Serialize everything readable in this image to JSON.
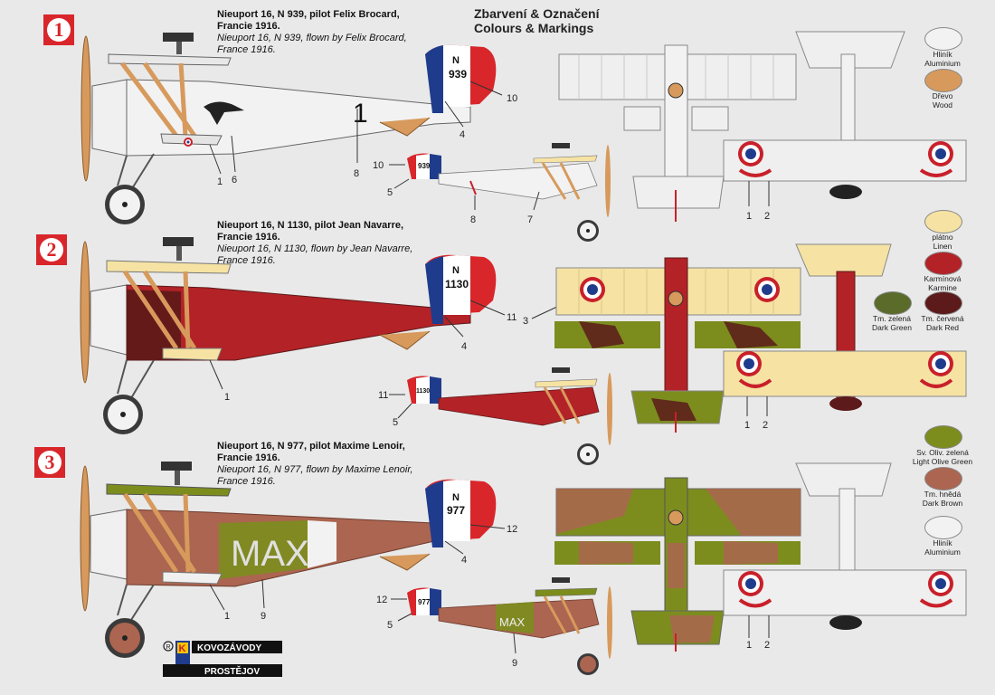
{
  "header": {
    "title_cz": "Zbarvení & Označení",
    "title_en": "Colours & Markings"
  },
  "profiles": [
    {
      "badge": "1",
      "title_line1": "Nieuport 16, N 939, pilot Felix Brocard,",
      "title_line2": "Francie 1916.",
      "sub_line1": "Nieuport 16, N 939, flown by Felix Brocard,",
      "sub_line2": "France 1916.",
      "serial": "939",
      "serial_prefix": "N"
    },
    {
      "badge": "2",
      "title_line1": "Nieuport 16, N 1130, pilot Jean Navarre,",
      "title_line2": "Francie 1916.",
      "sub_line1": "Nieuport 16, N 1130, flown by Jean Navarre,",
      "sub_line2": "France 1916.",
      "serial": "1130",
      "serial_prefix": "N"
    },
    {
      "badge": "3",
      "title_line1": "Nieuport 16, N 977, pilot Maxime Lenoir,",
      "title_line2": "Francie 1916.",
      "sub_line1": "Nieuport 16, N 977, flown by Maxime Lenoir,",
      "sub_line2": "France 1916.",
      "serial": "977",
      "serial_prefix": "N",
      "fuselage_letters": "MAX"
    }
  ],
  "callouts": {
    "p1": [
      "1",
      "6",
      "8",
      "4",
      "10",
      "10",
      "5",
      "8",
      "7",
      "1",
      "2"
    ],
    "p2": [
      "1",
      "4",
      "11",
      "11",
      "5",
      "3",
      "1",
      "2"
    ],
    "p3": [
      "1",
      "9",
      "4",
      "12",
      "12",
      "5",
      "9",
      "1",
      "2"
    ]
  },
  "swatches": [
    {
      "cz": "Hliník",
      "en": "Aluminium",
      "color": "#f2f2f2"
    },
    {
      "cz": "Dřevo",
      "en": "Wood",
      "color": "#d79a5c"
    },
    {
      "cz": "plátno",
      "en": "Linen",
      "color": "#f6e3a4"
    },
    {
      "cz": "Karmínová",
      "en": "Karmine",
      "color": "#b32227"
    },
    {
      "cz": "Tm. zelená",
      "en": "Dark Green",
      "color": "#5a6b2a"
    },
    {
      "cz": "Tm. červená",
      "en": "Dark Red",
      "color": "#5c1a1a"
    },
    {
      "cz": "Sv. Oliv. zelená",
      "en": "Light Olive Green",
      "color": "#7c8d1e"
    },
    {
      "cz": "Tm. hnědá",
      "en": "Dark Brown",
      "color": "#ab6550"
    },
    {
      "cz": "Hliník",
      "en": "Aluminium",
      "color": "#f2f2f2"
    }
  ],
  "logo": {
    "line1": "KOVOZÁVODY",
    "line2": "PROSTĚJOV"
  }
}
